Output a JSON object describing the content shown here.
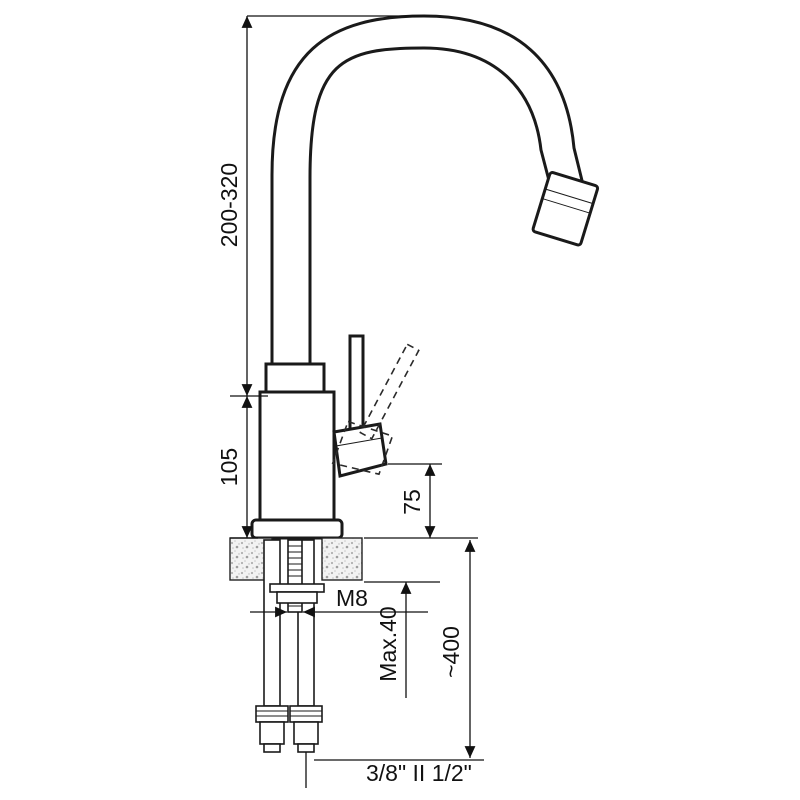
{
  "diagram": {
    "type": "faucet-installation-technical-drawing",
    "colors": {
      "line": "#1a1a1a",
      "background": "#ffffff",
      "granite_speckle": "#a8a8a8"
    },
    "dimensions": {
      "spout_height_range": "200-320",
      "body_height": "105",
      "spout_clearance": "75",
      "thread": "M8",
      "max_counter_thickness": "Max.40",
      "hose_length": "~400",
      "connection": "3/8\" II 1/2\""
    }
  }
}
